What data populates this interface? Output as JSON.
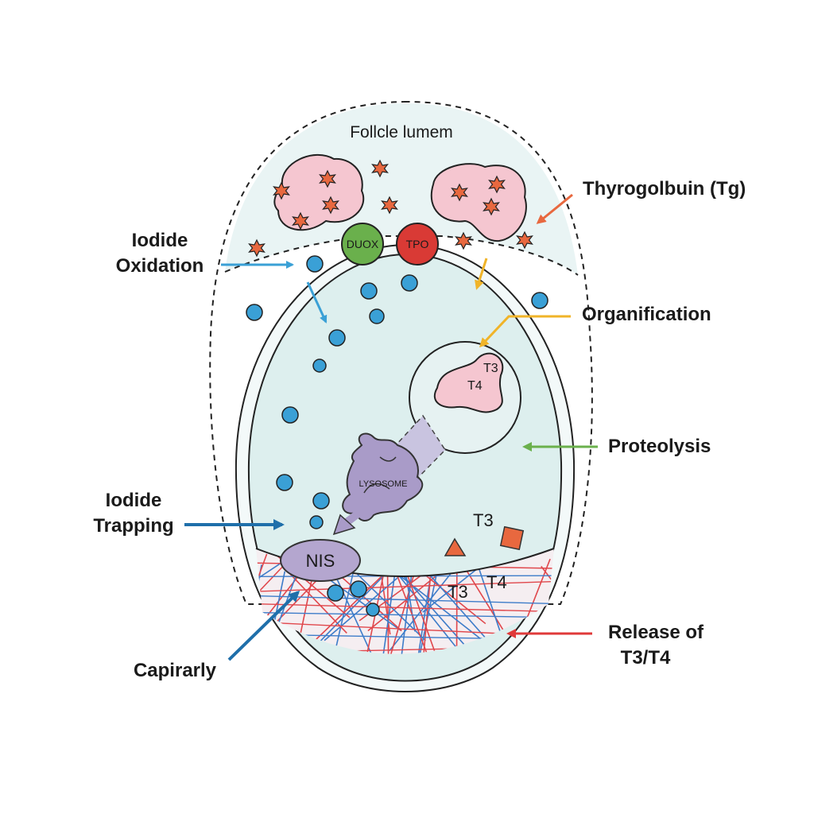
{
  "labels": {
    "follicle_lumen": "Follcle lumem",
    "thyroglobulin": "Thyrogolbuin (Tg)",
    "iodide_oxidation": [
      "Iodide",
      "Oxidation"
    ],
    "organification": "Organification",
    "proteolysis": "Proteolysis",
    "iodide_trapping": [
      "Iodide",
      "Trapping"
    ],
    "release": [
      "Release of",
      "T3/T4"
    ],
    "capillary": "Capirarly",
    "duox": "DUOX",
    "tpo": "TPO",
    "lysosome": "LYSOSOME",
    "nis": "NIS",
    "vesicle_t3": "T3",
    "vesicle_t4": "T4",
    "t3_a": "T3",
    "t3_b": "T3",
    "t4": "T4"
  },
  "colors": {
    "lumen_fill": "#e9f4f4",
    "cell_fill": "#ddefee",
    "iodide": "#3aa0d6",
    "star": "#e8683f",
    "tg_blob": "#f5c6d0",
    "duox": "#6ab04c",
    "tpo": "#d93a35",
    "lysosome": "#a99bc8",
    "nis": "#b4a6cf",
    "arrow_oxidation": "#3aa0d6",
    "arrow_tg": "#e8683f",
    "arrow_organification": "#f0b429",
    "arrow_proteolysis": "#6ab04c",
    "arrow_trapping": "#1f6faa",
    "arrow_release": "#e03a3a",
    "capillary_red": "#e0474c",
    "capillary_blue": "#3d7cc9"
  }
}
